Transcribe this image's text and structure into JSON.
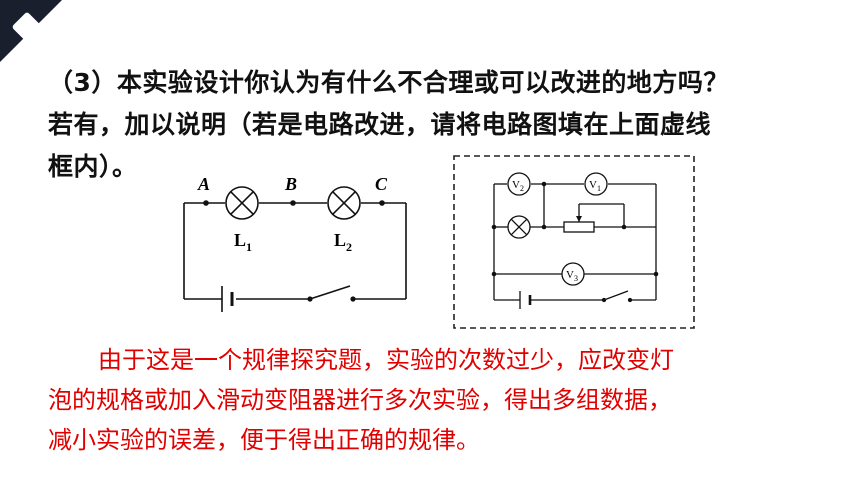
{
  "question": {
    "line1": "（3）本实验设计你认为有什么不合理或可以改进的地方吗？",
    "line2": "若有，加以说明（若是电路改进，请将电路图填在上面虚线",
    "line3": "框内）。"
  },
  "circuit_left": {
    "point_a": "A",
    "point_b": "B",
    "point_c": "C",
    "lamp1": "L",
    "lamp1_sub": "1",
    "lamp2": "L",
    "lamp2_sub": "2"
  },
  "circuit_right": {
    "v1": "V",
    "v1_sub": "1",
    "v2": "V",
    "v2_sub": "2",
    "v3": "V",
    "v3_sub": "3"
  },
  "answer": {
    "line1": "由于这是一个规律探究题，实验的次数过少，应改变灯",
    "line2": "泡的规格或加入滑动变阻器进行多次实验，得出多组数据，",
    "line3": "减小实验的误差，便于得出正确的规律。"
  },
  "colors": {
    "answer": "#e00000",
    "corner": "#1a1f2e"
  }
}
